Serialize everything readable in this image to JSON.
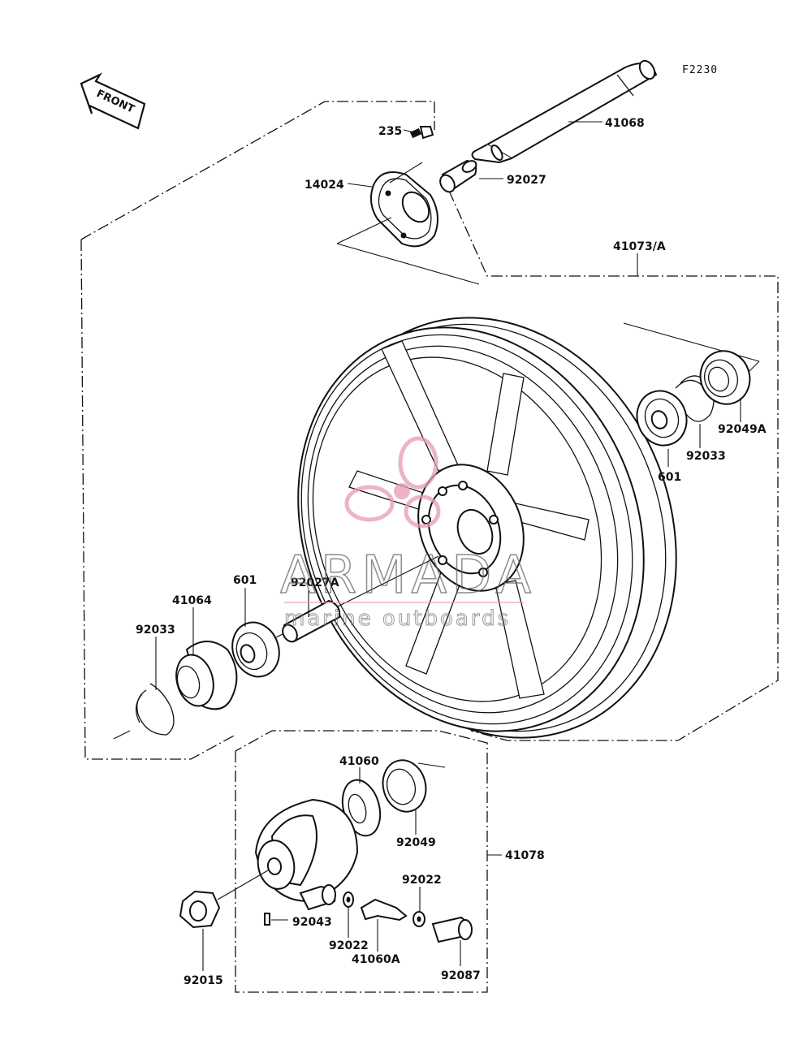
{
  "diagram_code": "F2230",
  "front_label": "FRONT",
  "watermark": {
    "brand": "ARMADA",
    "tagline": "marine outboards",
    "accent": "#e79ab5"
  },
  "parts": {
    "p235": "235",
    "p41068": "41068",
    "p14024": "14024",
    "p92027": "92027",
    "p41073A": "41073/A",
    "p92049A": "92049A",
    "p92033_right": "92033",
    "p601_right": "601",
    "p601_left": "601",
    "p92027A": "92027A",
    "p41064": "41064",
    "p92033_left": "92033",
    "p41060": "41060",
    "p92049": "92049",
    "p41078": "41078",
    "p92022_top": "92022",
    "p92043": "92043",
    "p92022_bottom": "92022",
    "p41060A": "41060A",
    "p92015": "92015",
    "p92087": "92087"
  }
}
